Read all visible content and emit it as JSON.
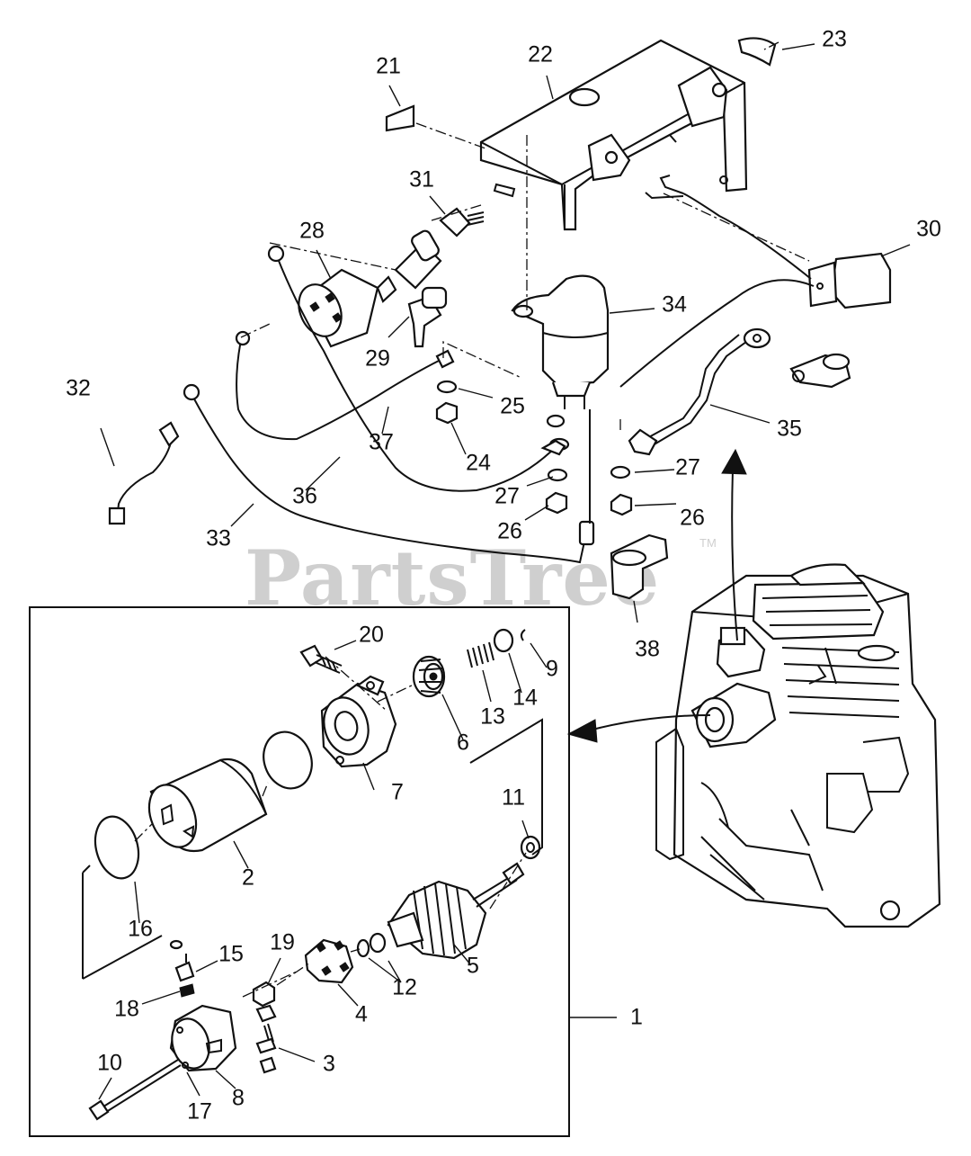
{
  "watermark": {
    "text": "PartsTree",
    "trademark": "TM"
  },
  "callouts": {
    "c1": "1",
    "c2": "2",
    "c3": "3",
    "c4": "4",
    "c5": "5",
    "c6": "6",
    "c7": "7",
    "c8": "8",
    "c9": "9",
    "c10": "10",
    "c11": "11",
    "c12": "12",
    "c13": "13",
    "c14": "14",
    "c15": "15",
    "c16": "16",
    "c17": "17",
    "c18": "18",
    "c19": "19",
    "c20": "20",
    "c21": "21",
    "c22": "22",
    "c23": "23",
    "c24": "24",
    "c25": "25",
    "c26a": "26",
    "c26b": "26",
    "c27a": "27",
    "c27b": "27",
    "c28": "28",
    "c29": "29",
    "c30": "30",
    "c31": "31",
    "c32": "32",
    "c33": "33",
    "c34": "34",
    "c35": "35",
    "c36": "36",
    "c37": "37",
    "c38": "38"
  }
}
